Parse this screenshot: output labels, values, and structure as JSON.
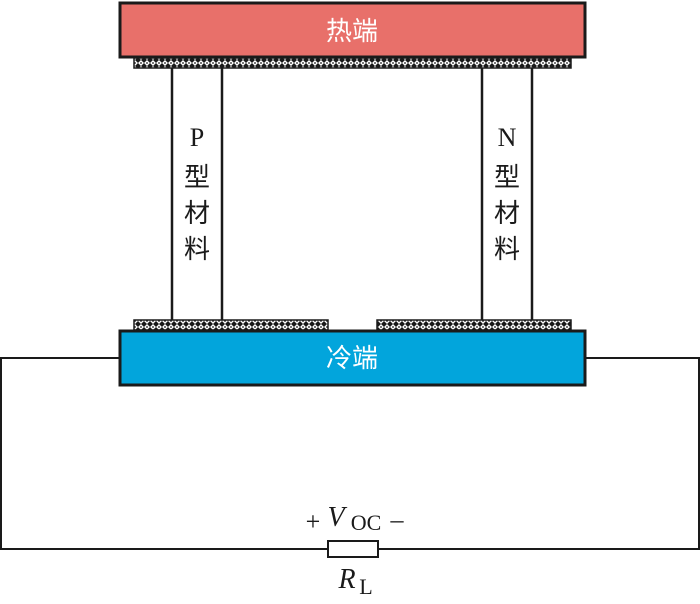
{
  "diagram": {
    "hot_side": {
      "label": "热端",
      "color": "#e8706a"
    },
    "cold_side": {
      "label": "冷端",
      "color": "#02a5dc"
    },
    "p_leg": {
      "letter": "P",
      "chars": [
        "型",
        "材",
        "料"
      ]
    },
    "n_leg": {
      "letter": "N",
      "chars": [
        "型",
        "材",
        "料"
      ]
    },
    "voltage": {
      "plus": "+",
      "symbol": "V",
      "subscript": "OC",
      "minus": "–"
    },
    "load": {
      "symbol": "R",
      "subscript": "L"
    },
    "colors": {
      "line": "#1a1a1a",
      "leg_fill": "#ffffff",
      "text_on_block": "#ffffff"
    }
  }
}
